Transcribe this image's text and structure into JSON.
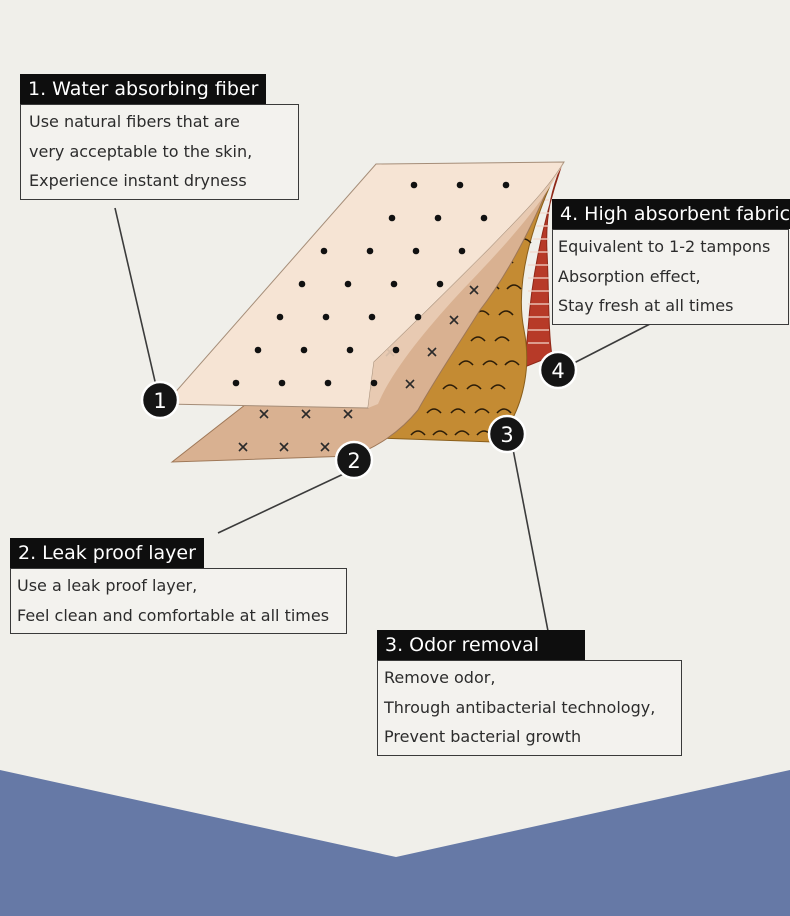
{
  "colors": {
    "background": "#f0efea",
    "layer1_fiber": "#f6e4d4",
    "layer2_leakproof": "#d9b191",
    "layer3_odor": "#c48b33",
    "layer4_absorbent": "#b73a28",
    "label_dark": "#0e0e0e",
    "bottom_band": "#6679a6"
  },
  "layers": [
    {
      "number": "1",
      "title": "1. Water absorbing fiber",
      "lines": [
        "Use natural fibers that are",
        "very acceptable to the skin,",
        "Experience instant dryness"
      ]
    },
    {
      "number": "2",
      "title": "2. Leak proof layer",
      "lines": [
        "Use a leak proof layer,",
        "Feel clean and comfortable at all times"
      ]
    },
    {
      "number": "3",
      "title": "3. Odor removal",
      "lines": [
        "Remove odor,",
        "Through antibacterial technology,",
        "Prevent bacterial growth"
      ]
    },
    {
      "number": "4",
      "title": "4. High absorbent fabric",
      "lines": [
        "Equivalent to 1-2 tampons",
        "Absorption effect,",
        "Stay fresh at all times"
      ]
    }
  ]
}
